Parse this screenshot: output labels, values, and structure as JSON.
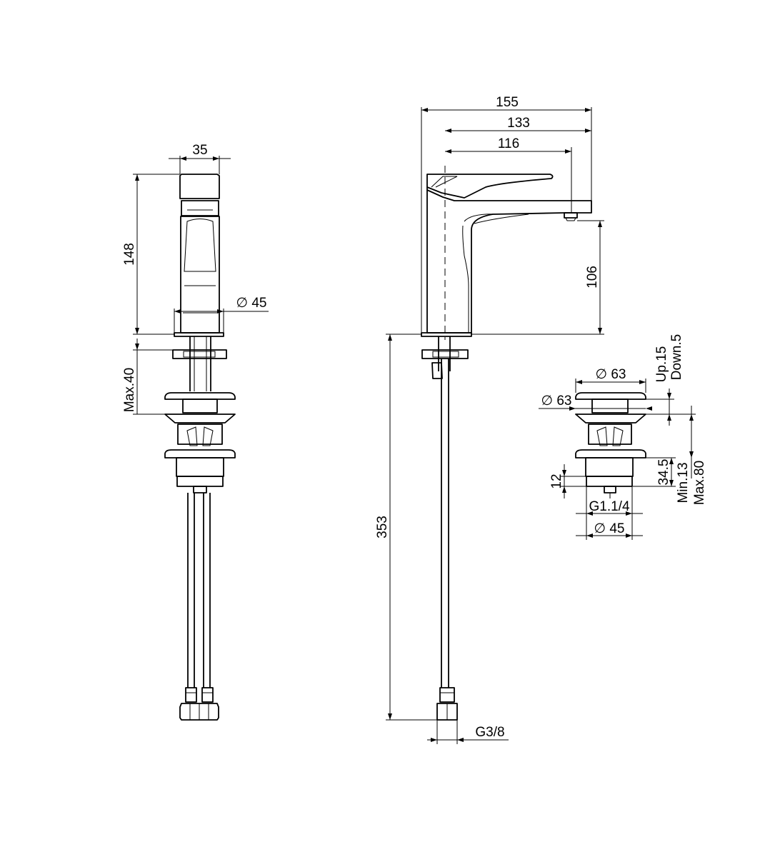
{
  "dimensions": {
    "side_width": "35",
    "side_height": "148",
    "side_base_dia": "∅ 45",
    "side_max_thickness": "Max.40",
    "front_overall_reach": "155",
    "front_spout_reach": "133",
    "front_handle_reach": "116",
    "front_spout_height": "106",
    "front_hose_length": "353",
    "front_hose_thread": "G3/8",
    "waste_cap_dia_top": "∅ 63",
    "waste_cap_dia_side": "∅ 63",
    "waste_travel_up": "Up.15",
    "waste_travel_down": "Down.5",
    "waste_body_height": "34.5",
    "waste_min_thickness": "Min.13",
    "waste_max_thickness": "Max.80",
    "waste_thread_length": "12",
    "waste_thread": "G1.1/4",
    "waste_body_dia": "∅ 45"
  }
}
